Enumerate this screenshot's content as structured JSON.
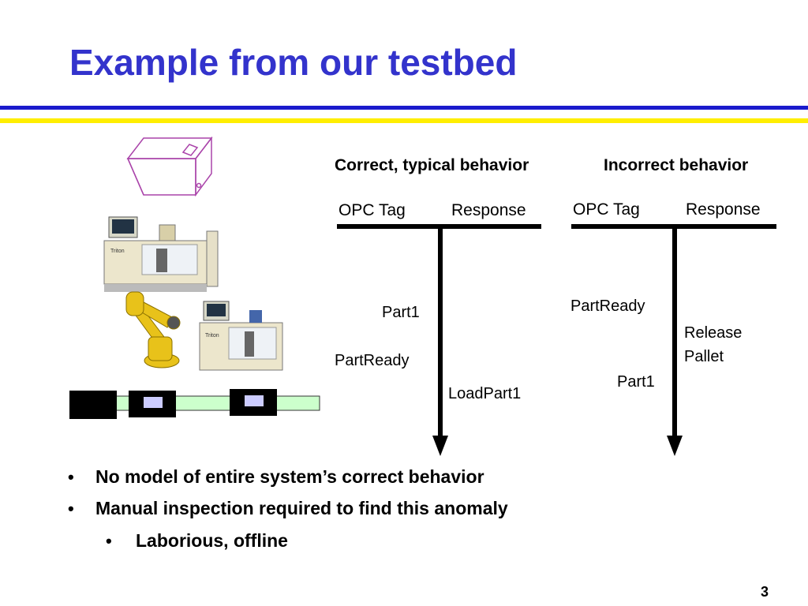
{
  "slide": {
    "title": "Example from our testbed",
    "page_number": "3"
  },
  "colors": {
    "title": "#3333cc",
    "rule_blue": "#1a1acc",
    "rule_yellow": "#ffee00",
    "conveyor": "#ccffcc",
    "robot": "#e8c21a"
  },
  "correct": {
    "heading": "Correct, typical behavior",
    "col_tag": "OPC Tag",
    "col_response": "Response",
    "tags": [
      "Part1",
      "PartReady"
    ],
    "responses": [
      "LoadPart1"
    ]
  },
  "incorrect": {
    "heading": "Incorrect behavior",
    "col_tag": "OPC Tag",
    "col_response": "Response",
    "tags": [
      "PartReady",
      "Part1"
    ],
    "responses": [
      "Release",
      "Pallet"
    ]
  },
  "bullets": [
    "No model of entire system’s correct behavior",
    "Manual inspection required to find this anomaly"
  ],
  "sub_bullets": [
    "Laborious, offline"
  ],
  "machine_labels": [
    "Triton",
    "Triton"
  ]
}
